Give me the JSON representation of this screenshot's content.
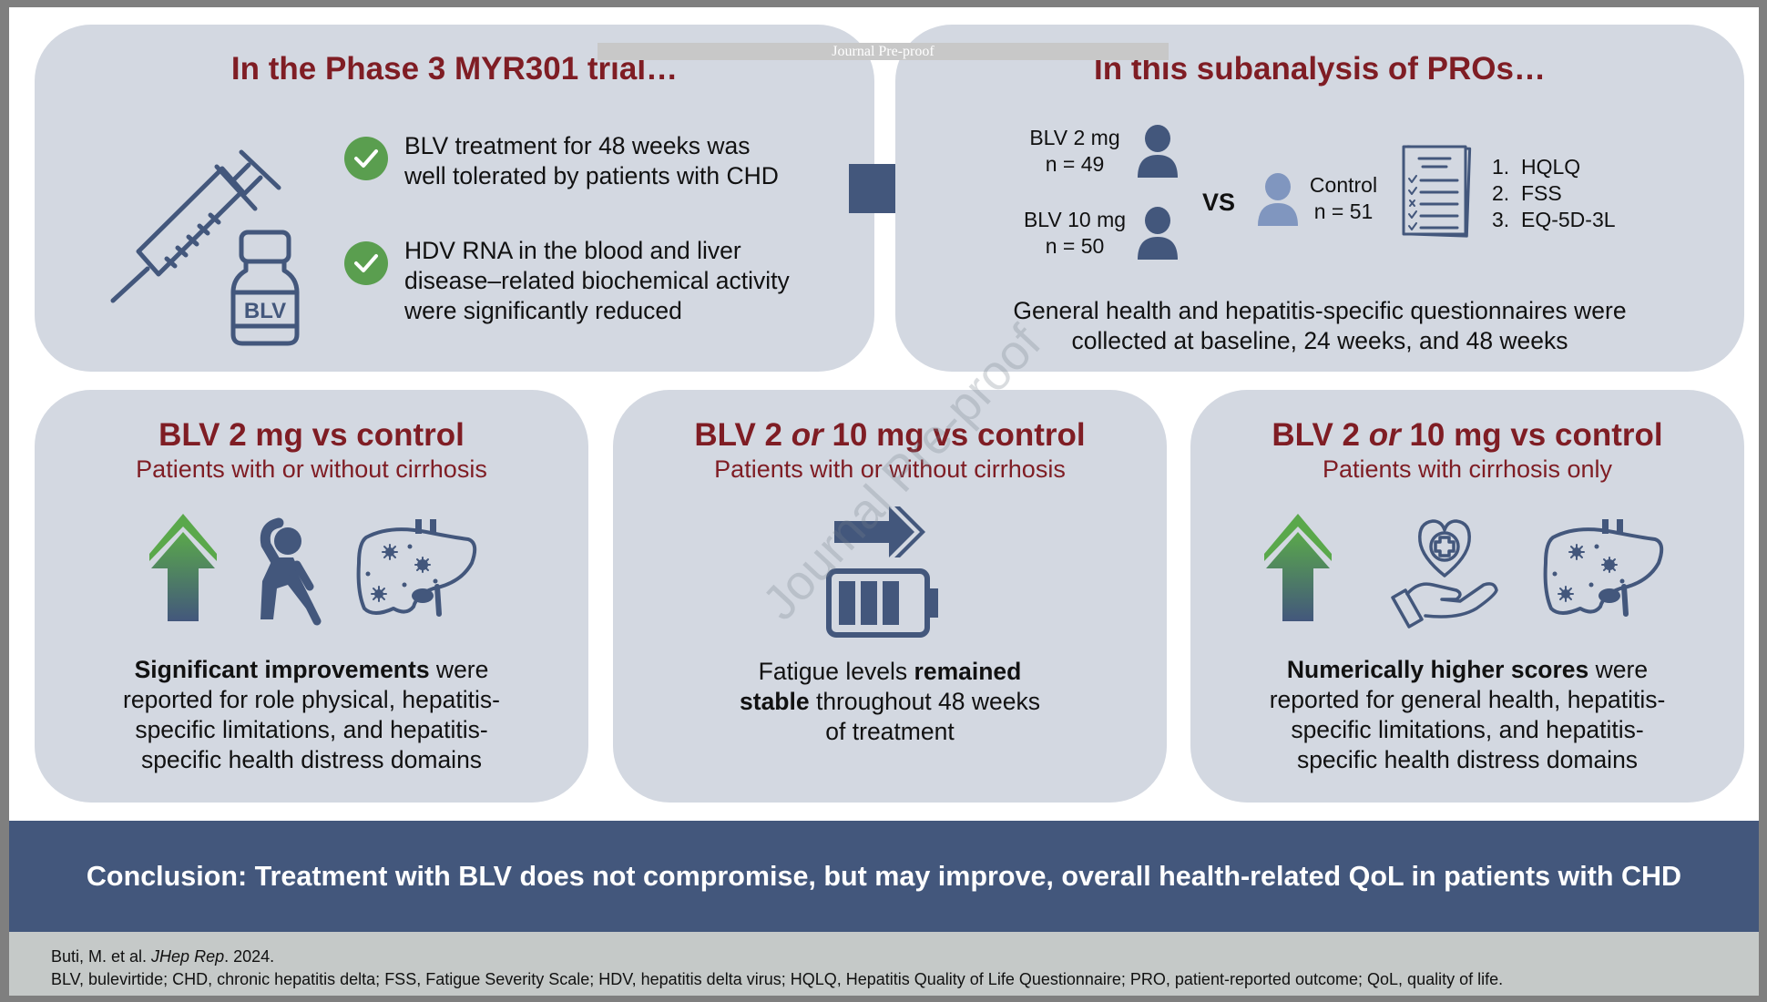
{
  "watermark": {
    "header_bar_text": "Journal Pre-proof",
    "diagonal_text": "Journal Pre-proof"
  },
  "colors": {
    "title_red": "#7f1d24",
    "navy": "#43577c",
    "card_bg": "#d3d8e1",
    "check_green": "#5a9e4f",
    "control_blue": "#8096bf"
  },
  "trial_card": {
    "title": "In the Phase 3 MYR301 trial…",
    "icon": "syringe-vial-icon",
    "vial_label": "BLV",
    "bullets": [
      {
        "icon": "check-circle-icon",
        "lines": [
          "BLV treatment for 48 weeks was",
          "well tolerated by patients with CHD"
        ]
      },
      {
        "icon": "check-circle-icon",
        "lines": [
          "HDV RNA in the blood and liver",
          "disease–related biochemical activity",
          "were significantly reduced"
        ]
      }
    ]
  },
  "pros_card": {
    "title": "In this subanalysis of PROs…",
    "groups": [
      {
        "label": "BLV 2 mg",
        "n": "n = 49"
      },
      {
        "label": "BLV 10 mg",
        "n": "n = 50"
      }
    ],
    "vs": "VS",
    "control": {
      "label": "Control",
      "n": "n = 51"
    },
    "questionnaires": [
      {
        "num": "1.",
        "name": "HQLQ"
      },
      {
        "num": "2.",
        "name": "FSS"
      },
      {
        "num": "3.",
        "name": "EQ-5D-3L"
      }
    ],
    "footer_lines": [
      "General health and hepatitis-specific questionnaires were",
      "collected at baseline, 24 weeks, and 48 weeks"
    ]
  },
  "result_cards": [
    {
      "title": "BLV 2 mg vs control",
      "subtitle": "Patients with or without cirrhosis",
      "icons": [
        "up-arrow-icon",
        "exercise-person-icon",
        "liver-icon"
      ],
      "bold": "Significant improvements",
      "text_after_bold": " were",
      "lines": [
        "reported for role physical, hepatitis-",
        "specific limitations, and hepatitis-",
        "specific health distress domains"
      ]
    },
    {
      "title_pre": "BLV 2 ",
      "title_italic": "or",
      "title_post": " 10 mg vs control",
      "subtitle": "Patients with or without cirrhosis",
      "icons": [
        "right-arrow-icon",
        "full-battery-icon"
      ],
      "line1_pre": "Fatigue levels ",
      "line1_bold": "remained",
      "line2_bold": "stable",
      "line2_post": " throughout 48 weeks",
      "line3": "of treatment"
    },
    {
      "title_pre": "BLV 2 ",
      "title_italic": "or",
      "title_post": " 10 mg vs control",
      "subtitle": "Patients with cirrhosis only",
      "icons": [
        "up-arrow-icon",
        "heart-in-hand-icon",
        "liver-icon"
      ],
      "bold": "Numerically higher scores",
      "text_after_bold": " were",
      "lines": [
        "reported for general health, hepatitis-",
        "specific limitations, and hepatitis-",
        "specific health distress domains"
      ]
    }
  ],
  "conclusion": "Conclusion: Treatment with BLV does not compromise, but may improve, overall health-related QoL in patients with CHD",
  "footer": {
    "cite_pre": "Buti, M. et al. ",
    "cite_journal": "JHep Rep",
    "cite_post": ". 2024.",
    "abbreviations": "BLV, bulevirtide; CHD, chronic hepatitis delta; FSS, Fatigue Severity Scale; HDV, hepatitis delta virus; HQLQ, Hepatitis Quality of Life Questionnaire; PRO, patient-reported outcome; QoL, quality of life."
  }
}
